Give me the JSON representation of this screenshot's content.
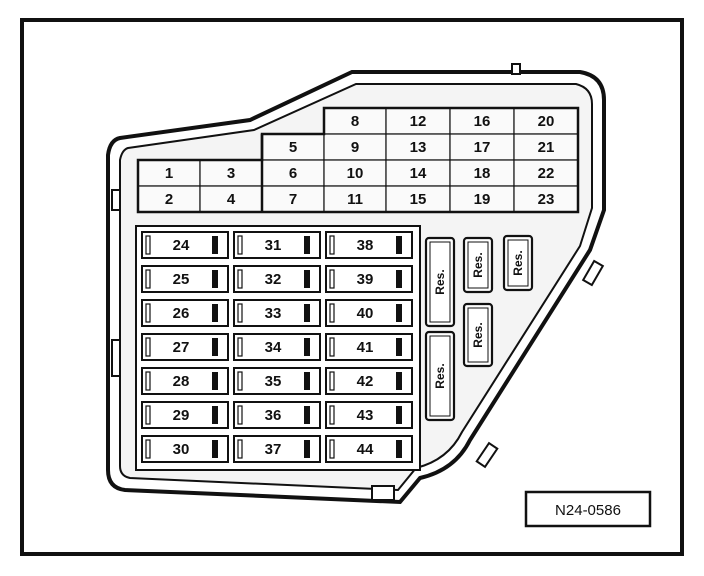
{
  "colors": {
    "ink": "#111111",
    "background": "#ffffff",
    "panel_fill": "#f4f4f4",
    "grid_fill": "#fafafa"
  },
  "top_grid": {
    "col_a": [
      "1",
      "2"
    ],
    "col_b": [
      "3",
      "4"
    ],
    "col_c": [
      "5",
      "6",
      "7"
    ],
    "col_d": [
      "8",
      "9",
      "10",
      "11"
    ],
    "col_e": [
      "12",
      "13",
      "14",
      "15"
    ],
    "col_f": [
      "16",
      "17",
      "18",
      "19"
    ],
    "col_g": [
      "20",
      "21",
      "22",
      "23"
    ]
  },
  "fuse_block": {
    "col_1": [
      "24",
      "25",
      "26",
      "27",
      "28",
      "29",
      "30"
    ],
    "col_2": [
      "31",
      "32",
      "33",
      "34",
      "35",
      "36",
      "37"
    ],
    "col_3": [
      "38",
      "39",
      "40",
      "41",
      "42",
      "43",
      "44"
    ]
  },
  "relays": {
    "label": "Res."
  },
  "figure_code": "N24-0586"
}
